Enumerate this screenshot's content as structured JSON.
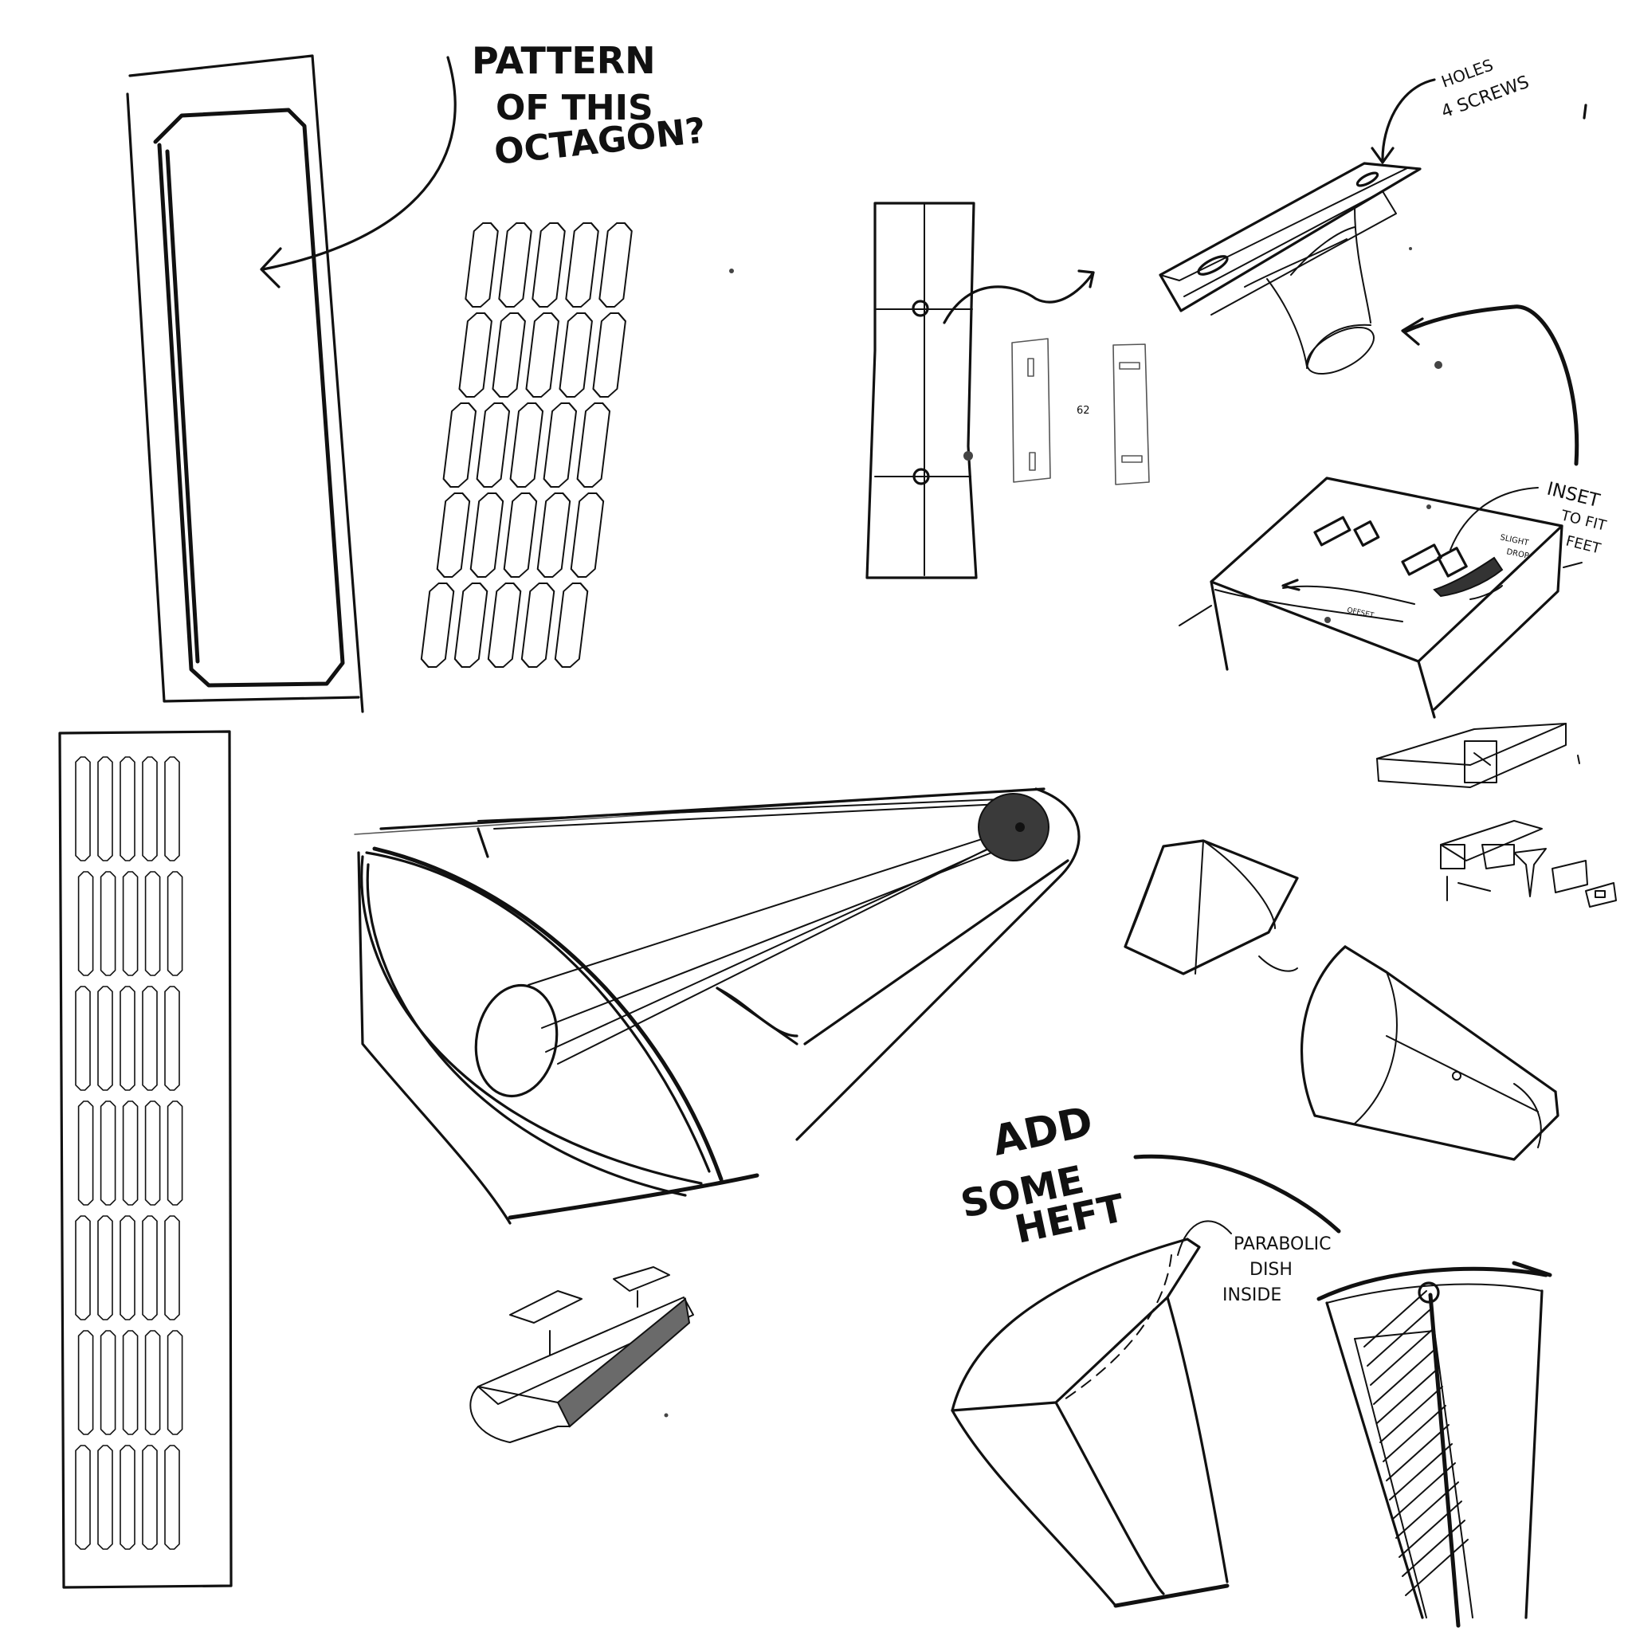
{
  "notes": {
    "pattern": [
      "PATTERN",
      "OF THIS",
      "OCTAGON?"
    ],
    "holes": [
      "HOLES",
      "4 SCREWS"
    ],
    "inset": [
      "INSET",
      "TO FIT",
      "FEET"
    ],
    "slight_drop": [
      "SLIGHT",
      "DROP"
    ],
    "offset": "OFFSET",
    "dimension": "62",
    "heft": [
      "ADD",
      "SOME",
      "HEFT"
    ],
    "parabolic": [
      "PARABOLIC",
      "DISH",
      "INSIDE"
    ]
  },
  "colors": {
    "ink": "#111111",
    "shade": "#3a3a3a",
    "paper": "#ffffff"
  }
}
